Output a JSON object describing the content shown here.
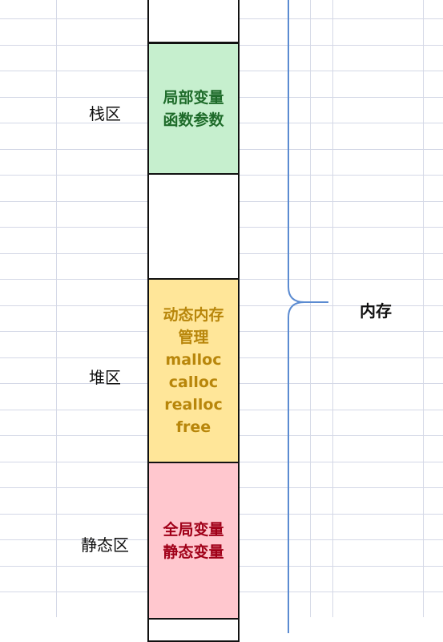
{
  "regions": {
    "stack": {
      "label": "栈区",
      "block_lines": [
        "局部变量",
        "函数参数"
      ],
      "fill": "#c6efce",
      "text_color": "#1e6b2a"
    },
    "heap": {
      "label": "堆区",
      "block_lines": [
        "动态内存",
        "管理",
        "malloc",
        "calloc",
        "realloc",
        "free"
      ],
      "fill": "#ffe699",
      "text_color": "#b8860b"
    },
    "static": {
      "label": "静态区",
      "block_lines": [
        "全局变量",
        "静态变量"
      ],
      "fill": "#ffc7ce",
      "text_color": "#a00018"
    }
  },
  "brace": {
    "label": "内存",
    "color": "#5b8bd1"
  }
}
